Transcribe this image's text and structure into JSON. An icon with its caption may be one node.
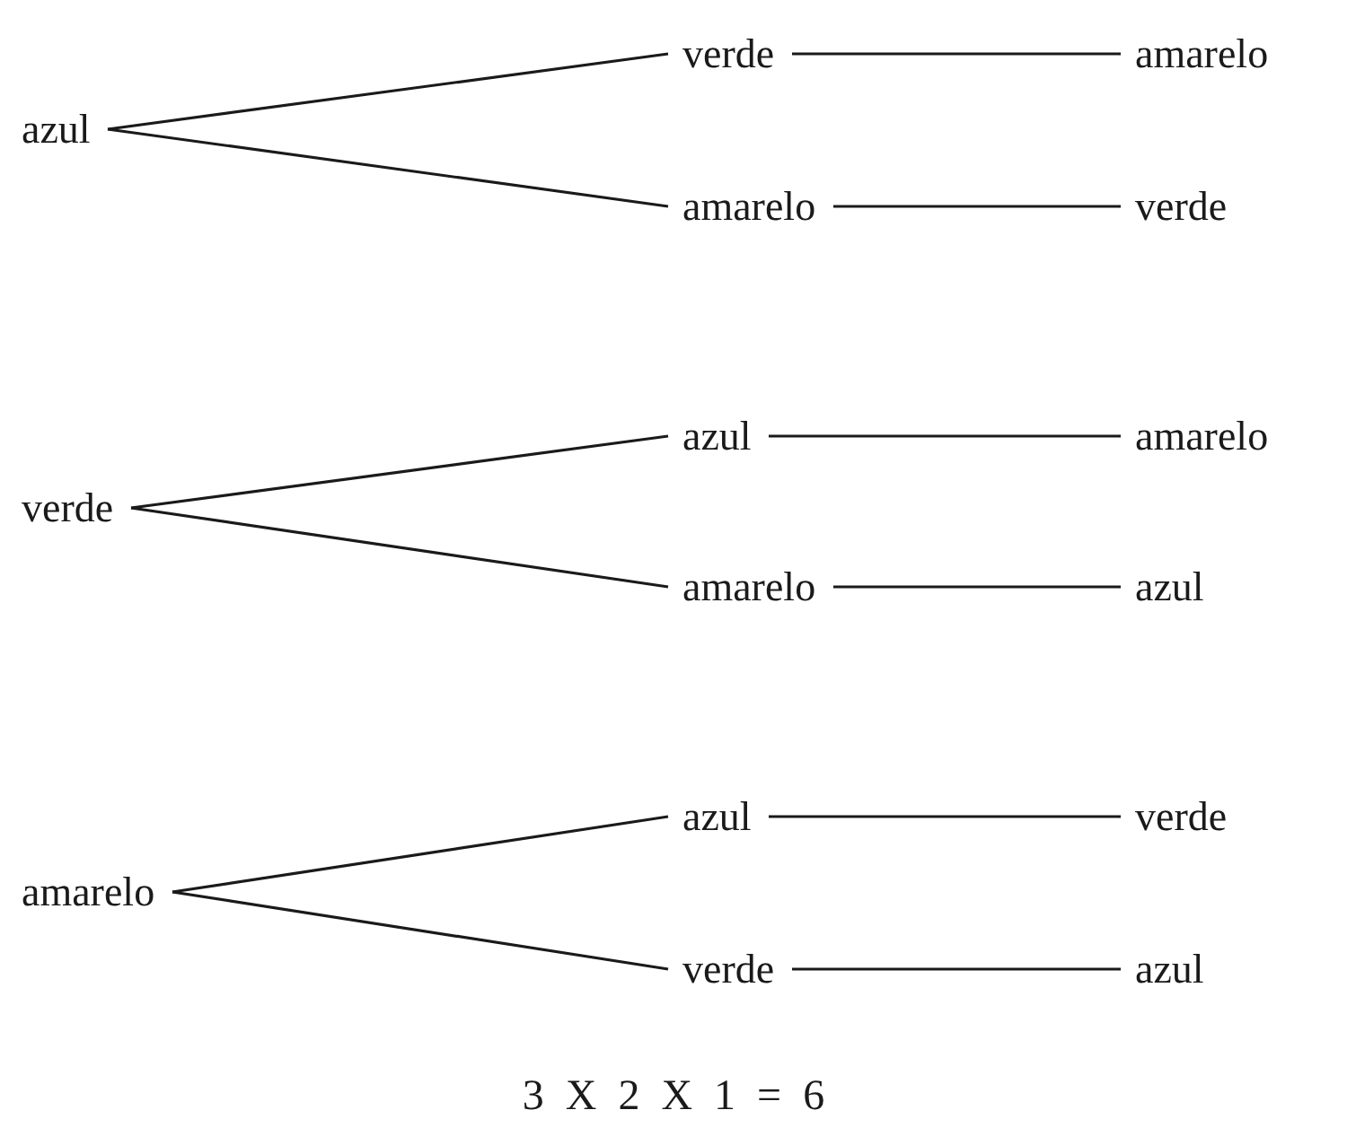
{
  "diagram": {
    "nodes": [
      {
        "text": [
          "azul"
        ]
      },
      {
        "text": [
          "verde"
        ]
      },
      {
        "text": [
          "amarelo"
        ]
      },
      {
        "text": [
          "amarelo"
        ]
      },
      {
        "text": [
          "verde"
        ]
      },
      {
        "text": [
          "verde"
        ]
      },
      {
        "text": [
          "azul"
        ]
      },
      {
        "text": [
          "amarelo"
        ]
      },
      {
        "text": [
          "amarelo"
        ]
      },
      {
        "text": [
          "azul"
        ]
      },
      {
        "text": [
          "amarelo"
        ]
      },
      {
        "text": [
          "azul"
        ]
      },
      {
        "text": [
          "verde"
        ]
      },
      {
        "text": [
          "verde"
        ]
      },
      {
        "text": [
          "azul"
        ]
      }
    ],
    "edges": [
      {
        "from": 0,
        "to": 1,
        "arrow": "none"
      },
      {
        "from": 0,
        "to": 3,
        "arrow": "none"
      },
      {
        "from": 1,
        "to": 2,
        "arrow": "none"
      },
      {
        "from": 3,
        "to": 4,
        "arrow": "none"
      },
      {
        "from": 5,
        "to": 6,
        "arrow": "none"
      },
      {
        "from": 5,
        "to": 8,
        "arrow": "none"
      },
      {
        "from": 6,
        "to": 7,
        "arrow": "none"
      },
      {
        "from": 8,
        "to": 9,
        "arrow": "none"
      },
      {
        "from": 10,
        "to": 11,
        "arrow": "none"
      },
      {
        "from": 10,
        "to": 13,
        "arrow": "none"
      },
      {
        "from": 11,
        "to": 12,
        "arrow": "none"
      },
      {
        "from": 13,
        "to": 14,
        "arrow": "none"
      }
    ],
    "labels": [
      "3 X 2 X 1 = 6"
    ]
  }
}
